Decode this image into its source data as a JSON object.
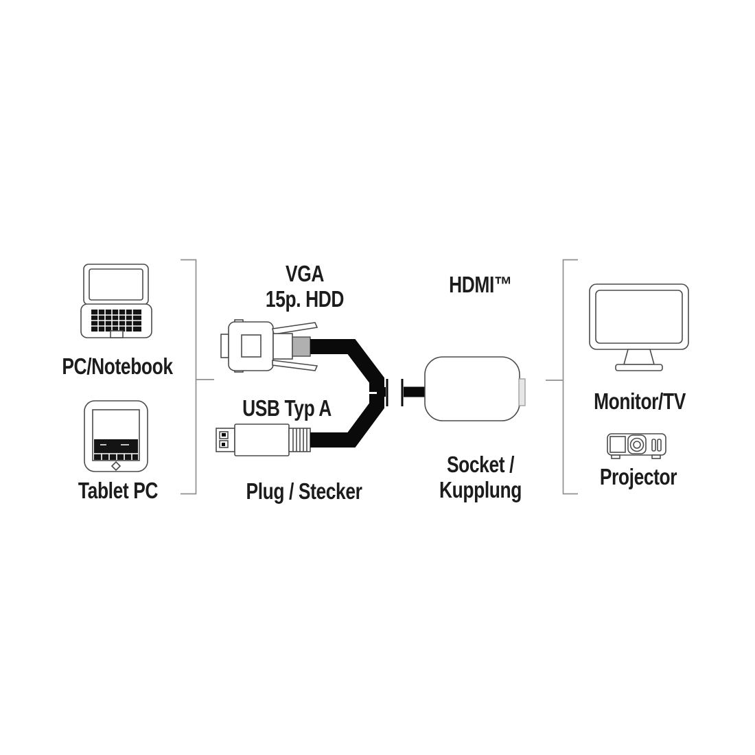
{
  "diagram": {
    "colors": {
      "line": "#4a4a4a",
      "cable": "#0a0a0a",
      "boot": "#b0b0b0",
      "bracket": "#8f8f8f",
      "text": "#1c1c1c",
      "dark": "#141414",
      "tabfill": "#e6e6e6"
    },
    "source": {
      "devices": [
        {
          "icon": "laptop-icon",
          "label": "PC/Notebook"
        },
        {
          "icon": "tablet-icon",
          "label": "Tablet PC"
        }
      ]
    },
    "plug_end": {
      "connector1_line1": "VGA",
      "connector1_line2": "15p. HDD",
      "connector1_icon": "vga-connector-icon",
      "connector2": "USB Typ A",
      "connector2_icon": "usb-connector-icon",
      "caption": "Plug / Stecker"
    },
    "socket_end": {
      "standard": "HDMI™",
      "icon": "hdmi-socket-icon",
      "caption_line1": "Socket /",
      "caption_line2": "Kupplung"
    },
    "displays": {
      "devices": [
        {
          "icon": "monitor-icon",
          "label": "Monitor/TV"
        },
        {
          "icon": "projector-icon",
          "label": "Projector"
        }
      ]
    }
  }
}
